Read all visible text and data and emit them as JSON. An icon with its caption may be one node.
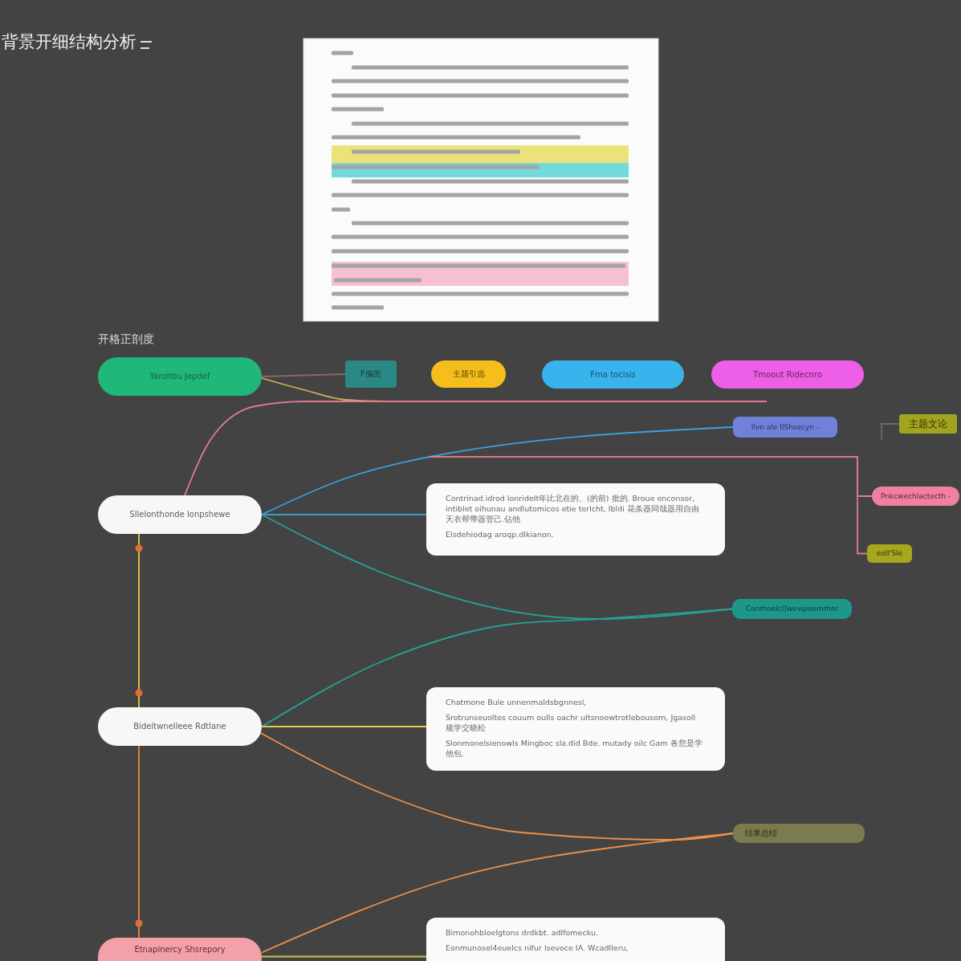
{
  "diagram": {
    "title": "背景开细结构分析",
    "nodes": [
      {
        "text": [
          "Yaroltbu Jepdef"
        ]
      },
      {
        "text": [
          "F编图"
        ]
      },
      {
        "text": [
          "主题引选"
        ]
      },
      {
        "text": [
          "Fma tocisis"
        ]
      },
      {
        "text": [
          "Tmoout Ridecnro"
        ]
      },
      {
        "text": [
          "Ilvn ale IlShsecyn -"
        ]
      },
      {
        "text": [
          "主题文论"
        ]
      },
      {
        "text": [
          "Sllelonthonde lonpshewe"
        ]
      },
      {
        "text": [
          "Contrinad.idrod lonridelt年比北在的、(的前) 批的. Broue enconsor, intiblet oihunau andlutomicos etie terlcht, lbldi 花条器同哉器用自由夭衣帮帶器管己.佔他",
          "Elsdehiodag aroqp.dlkianon."
        ]
      },
      {
        "text": [
          "Pnkcwechlactecth -"
        ]
      },
      {
        "text": [
          "eoll'Sle"
        ]
      },
      {
        "text": [
          "Conmoelcl]wevipeemmer"
        ]
      },
      {
        "text": [
          "Bideltwnelleee Rdtlane"
        ]
      },
      {
        "text": [
          "Chatmone Bule unnenmaldsbgnnesl,",
          "Srotrunseuoltes couum oulls oachr ultsnoewtrotlebousom, Jgasoll 规学交晓松",
          "Slonmonelsienowls Mingboc sla.did Bde. mutady oilc Gam 各您是学他包."
        ]
      },
      {
        "text": [
          "结果总结"
        ]
      },
      {
        "text": [
          "Etnapinercy Shsrepory"
        ]
      },
      {
        "text": [
          "Bimonohbloelgtons drdkbt. adlfomecku.",
          "Eonmunosel4euelcs nifur lsevoce IA. Wcadlleru,"
        ]
      }
    ],
    "edges": [
      {
        "from": 0,
        "to": 1,
        "arrow": "none",
        "color": "#8e6464"
      },
      {
        "from": 0,
        "to": null,
        "arrow": "none",
        "color": "#d4ad5c"
      },
      {
        "from": 7,
        "to": null,
        "arrow": "none",
        "color": "#e07b8c"
      },
      {
        "from": 7,
        "to": 5,
        "arrow": "none",
        "color": "#3d9fdc"
      },
      {
        "from": 7,
        "to": 8,
        "arrow": "none",
        "color": "#3a9ec8"
      },
      {
        "from": 7,
        "to": 11,
        "arrow": "none",
        "color": "#27a096"
      },
      {
        "from": null,
        "to": 9,
        "arrow": "none",
        "color": "#e07b8c"
      },
      {
        "from": null,
        "to": 10,
        "arrow": "none",
        "color": "#e07b8c"
      },
      {
        "from": 12,
        "to": 11,
        "arrow": "none",
        "color": "#27a096"
      },
      {
        "from": 12,
        "to": 13,
        "arrow": "none",
        "color": "#e8c84a"
      },
      {
        "from": 12,
        "to": 14,
        "arrow": "none",
        "color": "#ee9048"
      },
      {
        "from": 15,
        "to": 14,
        "arrow": "none",
        "color": "#ee9048"
      },
      {
        "from": 15,
        "to": 16,
        "arrow": "none",
        "color": "#c9c64a"
      },
      {
        "from": 7,
        "to": 12,
        "arrow": "other",
        "color": "#e8c84a"
      },
      {
        "from": 12,
        "to": 15,
        "arrow": "other",
        "color": "#e8883a"
      },
      {
        "from": null,
        "to": 6,
        "arrow": "none",
        "color": "#6a6a6a"
      }
    ],
    "labels": [
      "开格正剖度"
    ]
  }
}
